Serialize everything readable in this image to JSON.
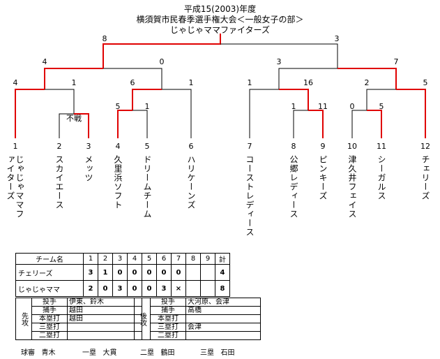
{
  "title": {
    "line1": "平成15(2003)年度",
    "line2": "横須賀市民春季選手権大会＜一般女子の部＞",
    "line3": "じゃじゃママファイターズ"
  },
  "bracket": {
    "final": {
      "left_score": "8",
      "right_score": "3"
    },
    "semis": [
      {
        "left_score": "4",
        "right_score": "0"
      },
      {
        "left_score": "3",
        "right_score": "7"
      }
    ],
    "quarters": [
      {
        "left_score": "4",
        "right_score": "1"
      },
      {
        "left_score": "6",
        "right_score": "1"
      },
      {
        "left_score": "1",
        "right_score": "16"
      },
      {
        "left_score": "2",
        "right_score": "5"
      }
    ],
    "first_round": [
      {
        "left_score": "",
        "right_score": "",
        "note": "不戦"
      },
      {
        "left_score": "5",
        "right_score": "1"
      },
      {
        "left_score": "1",
        "right_score": "11"
      },
      {
        "left_score": "0",
        "right_score": "5"
      }
    ],
    "teams": [
      {
        "num": "1",
        "name": "じゃじゃママファイターズ"
      },
      {
        "num": "2",
        "name": "スカイエース"
      },
      {
        "num": "3",
        "name": "メッツ"
      },
      {
        "num": "4",
        "name": "久里浜ソフト"
      },
      {
        "num": "5",
        "name": "ドリームチーム"
      },
      {
        "num": "6",
        "name": "ハリケーンズ"
      },
      {
        "num": "7",
        "name": "コーストレディース"
      },
      {
        "num": "8",
        "name": "公郷レディース"
      },
      {
        "num": "9",
        "name": "ピンキーズ"
      },
      {
        "num": "10",
        "name": "津久井フェイス"
      },
      {
        "num": "11",
        "name": "シーガルス"
      },
      {
        "num": "12",
        "name": "チェリーズ"
      }
    ],
    "winner_color": "#e00000",
    "line_color": "#000000"
  },
  "scoreboard": {
    "header": {
      "team": "チーム名",
      "innings": [
        "1",
        "2",
        "3",
        "4",
        "5",
        "6",
        "7",
        "8",
        "9"
      ],
      "total": "計"
    },
    "rows": [
      {
        "team": "チェリーズ",
        "innings": [
          "3",
          "1",
          "0",
          "0",
          "0",
          "0",
          "0",
          "",
          ""
        ],
        "total": "4"
      },
      {
        "team": "じゃじゃママ",
        "innings": [
          "2",
          "0",
          "3",
          "0",
          "0",
          "3",
          "×",
          "",
          ""
        ],
        "total": "8"
      }
    ]
  },
  "battery": {
    "first": {
      "side": "先攻",
      "rows": [
        {
          "role": "投手",
          "value": "伊東、鈴木"
        },
        {
          "role": "捕手",
          "value": "越田"
        },
        {
          "role": "本塁打",
          "value": "越田"
        },
        {
          "role": "三塁打",
          "value": ""
        },
        {
          "role": "二塁打",
          "value": ""
        }
      ]
    },
    "second": {
      "side": "後攻",
      "rows": [
        {
          "role": "投手",
          "value": "大河原、会津"
        },
        {
          "role": "捕手",
          "value": "高橋"
        },
        {
          "role": "本塁打",
          "value": ""
        },
        {
          "role": "三塁打",
          "value": "会津"
        },
        {
          "role": "二塁打",
          "value": ""
        }
      ]
    }
  },
  "umpires": [
    {
      "pos": "球審",
      "name": "青木"
    },
    {
      "pos": "一塁",
      "name": "大貫"
    },
    {
      "pos": "二塁",
      "name": "鶴田"
    },
    {
      "pos": "三塁",
      "name": "石田"
    }
  ]
}
